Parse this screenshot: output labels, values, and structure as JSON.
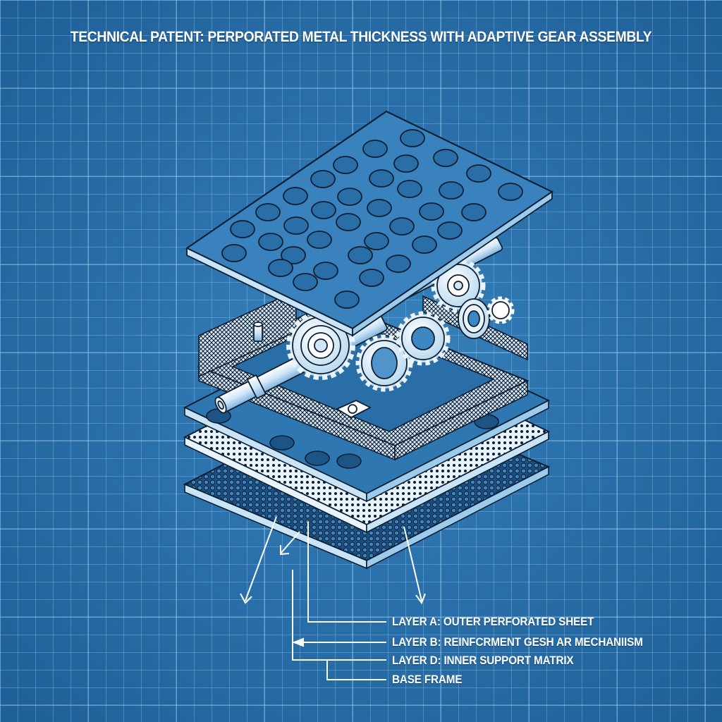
{
  "title": "TECHNICAL PATENT: PERPORATED METAL THICKNESS WITH ADAPTIVE GEAR ASSEMBLY",
  "colors": {
    "background": "#2a70aa",
    "grid_line": "#7fb6e0",
    "ink": "#0d1f33",
    "highlight": "#ffffff",
    "edge_light": "#c9e4f7"
  },
  "drawing": {
    "components": [
      {
        "name": "top-perforated-plate",
        "description": "Outer perforated sheet with circular holes"
      },
      {
        "name": "gear-assembly",
        "description": "Adaptive gear mechanism with shafts, spur gears and bearings"
      },
      {
        "name": "mesh-frame",
        "description": "Reinforcement mesh frame surrounding gears"
      },
      {
        "name": "perforated-plate-middle",
        "description": "Perforated sheet below gear assembly"
      },
      {
        "name": "dotted-plate",
        "description": "Inner support matrix (dotted sheet)"
      },
      {
        "name": "hex-mesh-base",
        "description": "Base frame with hex mesh pattern"
      }
    ],
    "top_plate_hole_count": 36
  },
  "callouts": [
    {
      "id": "A",
      "label": "LAYER A: OUTER PERFORATED SHEET"
    },
    {
      "id": "B",
      "label": "LAYER B: REINFCRMENT GESH AR MECHANIISM"
    },
    {
      "id": "D",
      "label": "LAYER D: INNER SUPPORT MATRIX"
    },
    {
      "id": "base",
      "label": "BASE FRAME"
    }
  ]
}
